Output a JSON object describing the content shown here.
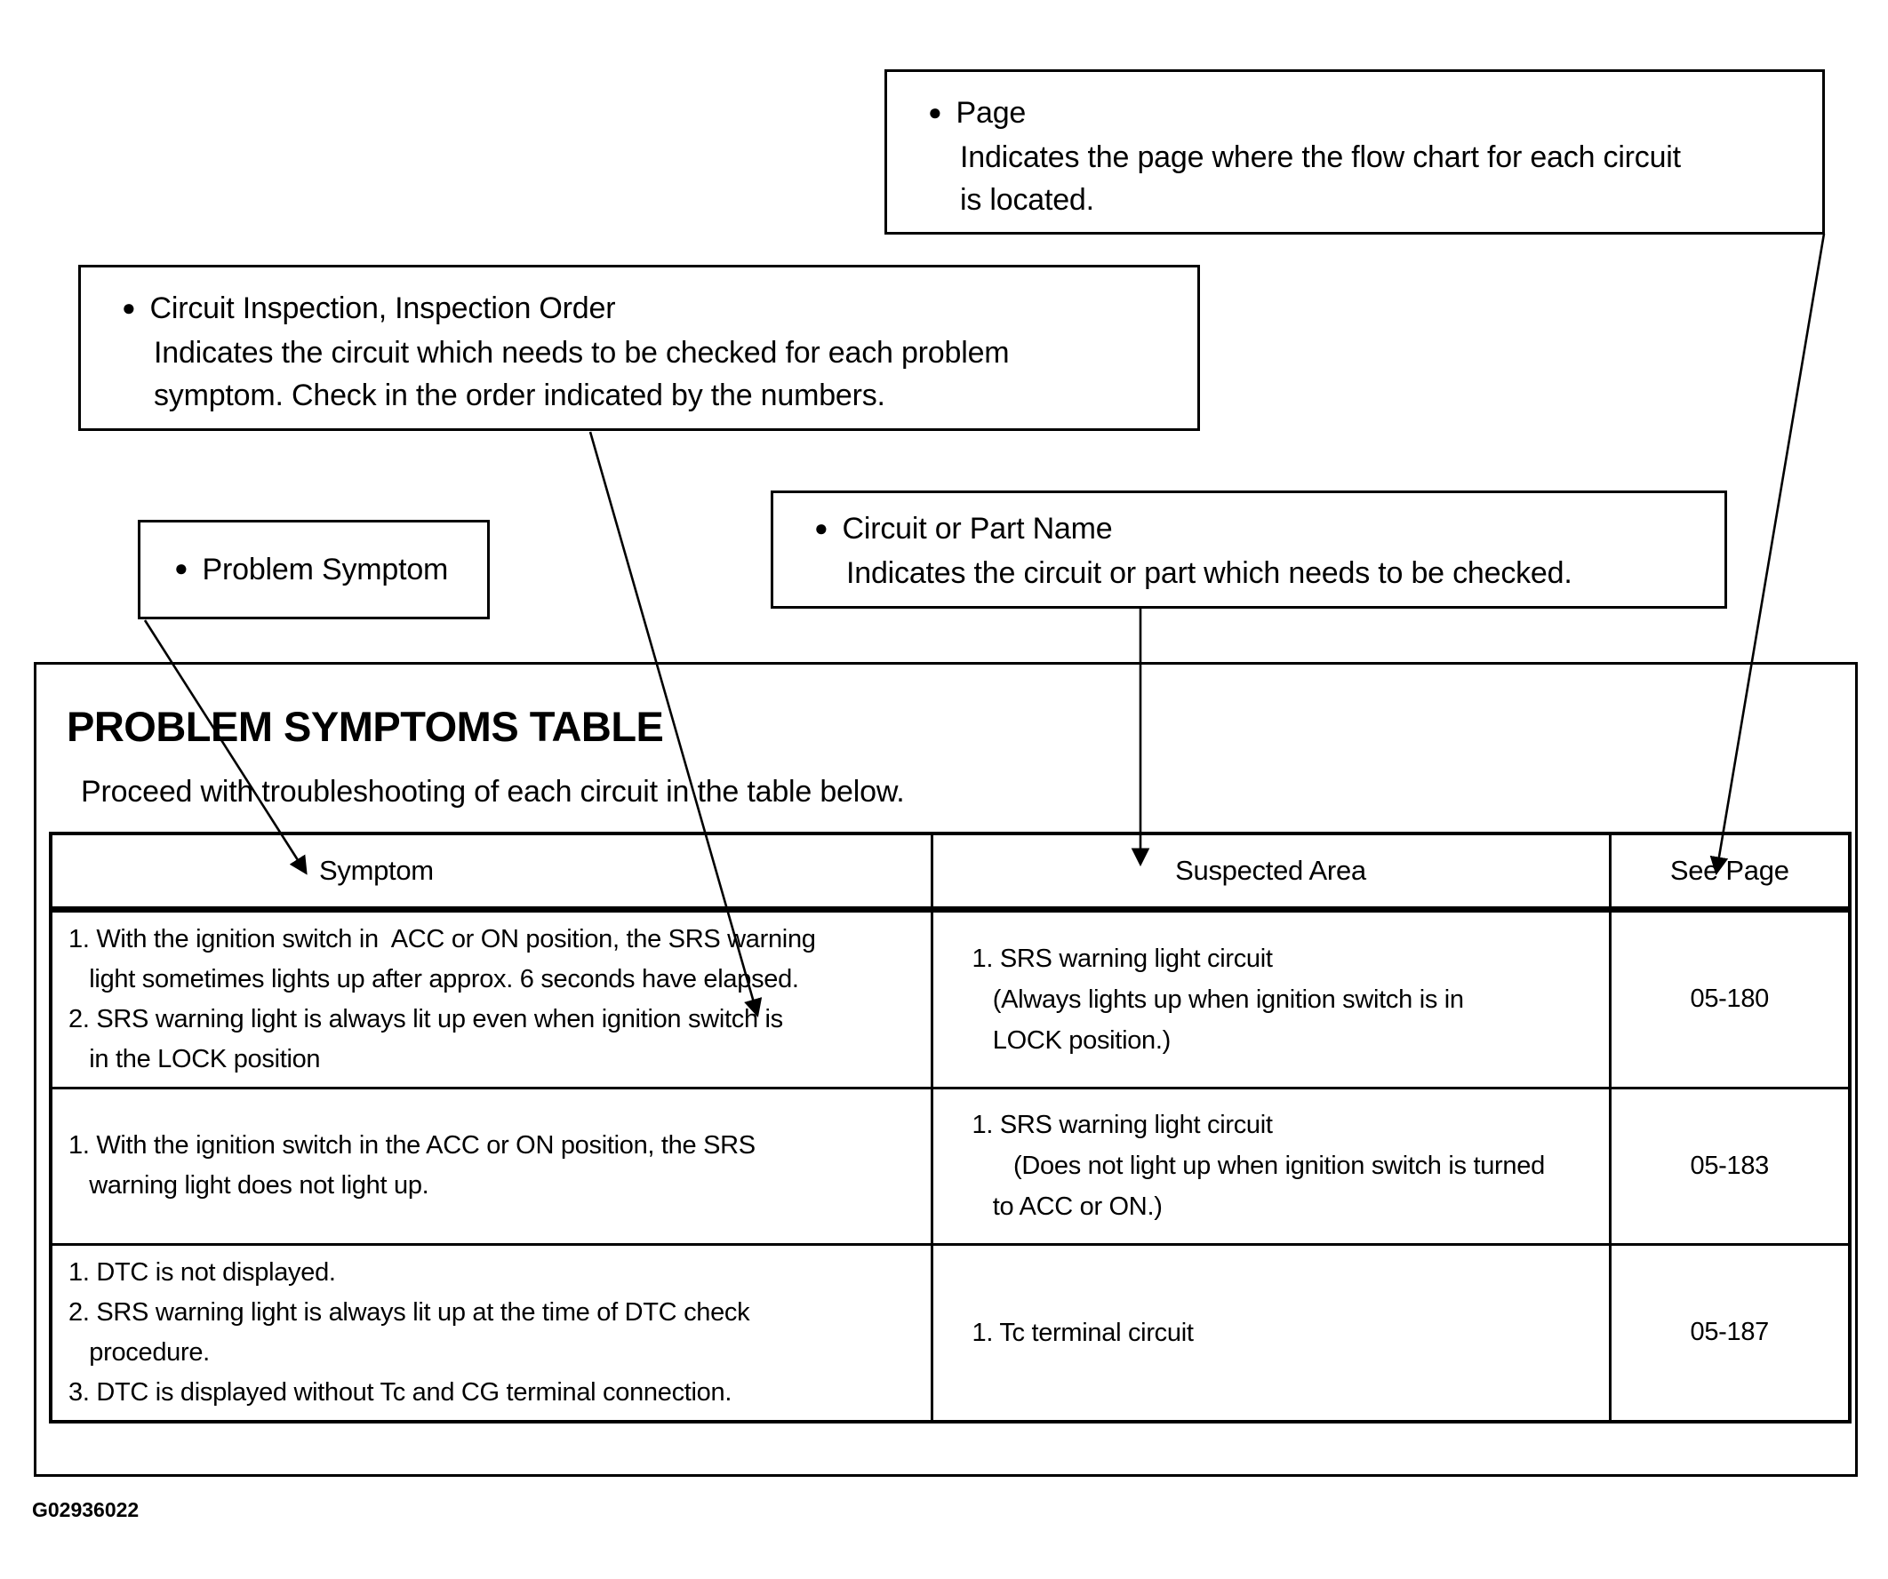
{
  "ui": {
    "bullet": "●"
  },
  "colors": {
    "ink": "#000000",
    "paper": "#ffffff"
  },
  "notes": {
    "page": {
      "title": "Page",
      "body": "Indicates the page where the flow chart for each circuit\nis located."
    },
    "circuit_inspection": {
      "title": "Circuit Inspection, Inspection Order",
      "body": "Indicates the circuit which needs to be checked for each problem\nsymptom. Check in the order indicated by the numbers."
    },
    "problem_symptom": {
      "title": "Problem Symptom"
    },
    "circuit_part": {
      "title": "Circuit or Part Name",
      "body": "Indicates the circuit or part which needs to be checked."
    }
  },
  "main": {
    "title": "PROBLEM SYMPTOMS TABLE",
    "subtitle": "Proceed with troubleshooting of each circuit in the table below.",
    "figure_code": "G02936022"
  },
  "table": {
    "headers": [
      "Symptom",
      "Suspected Area",
      "See Page"
    ],
    "rows": [
      {
        "symptom": "1. With the ignition switch in  ACC or ON position, the SRS warning\n   light sometimes lights up after approx. 6 seconds have elapsed.\n2. SRS warning light is always lit up even when ignition switch is\n   in the LOCK position",
        "suspected": "1. SRS warning light circuit\n   (Always lights up when ignition switch is in\n   LOCK position.)",
        "page": "05-180"
      },
      {
        "symptom": "1. With the ignition switch in the ACC or ON position, the SRS\n   warning light does not light up.",
        "suspected": "1. SRS warning light circuit\n      (Does not light up when ignition switch is turned\n   to ACC or ON.)",
        "page": "05-183"
      },
      {
        "symptom": "1. DTC is not displayed.\n2. SRS warning light is always lit up at the time of DTC check\n   procedure.\n3. DTC is displayed without Tc and CG terminal connection.",
        "suspected": "1. Tc terminal circuit",
        "page": "05-187"
      }
    ]
  }
}
